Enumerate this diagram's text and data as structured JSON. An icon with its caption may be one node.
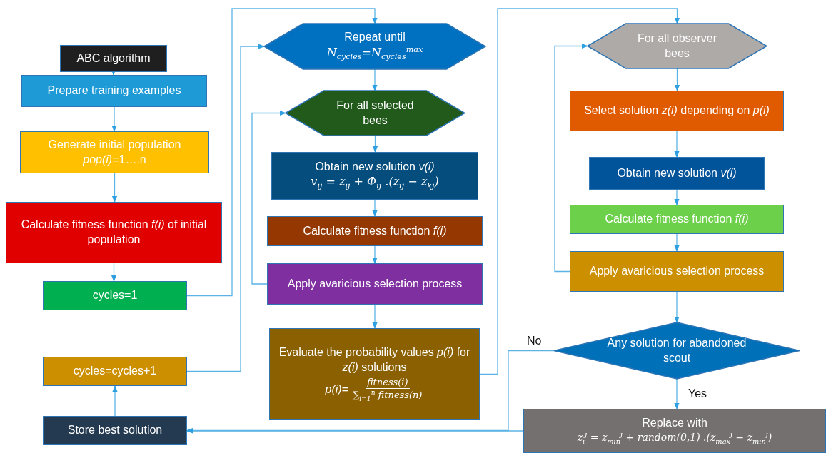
{
  "diagram": {
    "nodes": [
      {
        "text": [
          "ABC algorithm"
        ]
      },
      {
        "text": [
          "Prepare training examples"
        ]
      },
      {
        "text": [
          "Generate initial population",
          "*pop(i)*=1….n"
        ]
      },
      {
        "text": [
          "Calculate fitness function *f(i)* of initial population"
        ]
      },
      {
        "text": [
          "cycles=1"
        ]
      },
      {
        "text": [
          "cycles=cycles+1"
        ]
      },
      {
        "text": [
          "Store best solution"
        ]
      },
      {
        "text": [
          "Repeat until",
          "*N$_{cycles}$*=*N$_{cycles}$$^{max}$*"
        ]
      },
      {
        "text": [
          "For all selected bees"
        ]
      },
      {
        "text": [
          "Obtain new solution *v(i)*",
          "v$_{ij}$ = z$_{ij}$ + Φ$_{ij}$ .(z$_{ij}$ − z$_{kj}$)"
        ]
      },
      {
        "text": [
          "Calculate fitness function *f(i)*"
        ]
      },
      {
        "text": [
          "Apply avaricious selection process"
        ]
      },
      {
        "text": [
          "Evaluate the probability values *p(i)* for *z(i)* solutions",
          "*p(i)*=",
          "fitness(i)",
          "∑$_{i=1}$$^{n}$ fitness(n)"
        ]
      },
      {
        "text": [
          "For all observer bees"
        ]
      },
      {
        "text": [
          "Select solution *z(i)* depending on *p(i)*"
        ]
      },
      {
        "text": [
          "Obtain new solution *v(i)*"
        ]
      },
      {
        "text": [
          "Calculate fitness function *f(i)*"
        ]
      },
      {
        "text": [
          "Apply avaricious selection process"
        ]
      },
      {
        "text": [
          "Any solution for abandoned scout"
        ]
      },
      {
        "text": [
          "Replace with",
          "z$_{i}$$^{j}$ = z$_{min}$$^{j}$ + random(0,1) .(z$_{max}$$^{j}$ − z$_{min}$$^{j}$)"
        ]
      }
    ],
    "edges": [
      {
        "from": 0,
        "to": 1,
        "arrow": "to"
      },
      {
        "from": 1,
        "to": 2,
        "arrow": "to"
      },
      {
        "from": 2,
        "to": 3,
        "arrow": "to"
      },
      {
        "from": 3,
        "to": 4,
        "arrow": "to"
      },
      {
        "from": 4,
        "to": 7,
        "arrow": "to"
      },
      {
        "from": 5,
        "to": 7,
        "arrow": "to"
      },
      {
        "from": 6,
        "to": 5,
        "arrow": "to"
      },
      {
        "from": 7,
        "to": 8,
        "arrow": "to"
      },
      {
        "from": 8,
        "to": 9,
        "arrow": "to"
      },
      {
        "from": 9,
        "to": 10,
        "arrow": "to"
      },
      {
        "from": 10,
        "to": 11,
        "arrow": "to"
      },
      {
        "from": 11,
        "to": 8,
        "arrow": "to"
      },
      {
        "from": 11,
        "to": 12,
        "arrow": "to"
      },
      {
        "from": 12,
        "to": 13,
        "arrow": "to"
      },
      {
        "from": 13,
        "to": 14,
        "arrow": "to"
      },
      {
        "from": 14,
        "to": 15,
        "arrow": "to"
      },
      {
        "from": 15,
        "to": 16,
        "arrow": "to"
      },
      {
        "from": 16,
        "to": 17,
        "arrow": "to"
      },
      {
        "from": 17,
        "to": 13,
        "arrow": "to"
      },
      {
        "from": 17,
        "to": 18,
        "arrow": "to"
      },
      {
        "from": 18,
        "to": 19,
        "label": "Yes",
        "arrow": "to"
      },
      {
        "from": 18,
        "to": 6,
        "label": "No",
        "arrow": "to"
      },
      {
        "from": 19,
        "to": 6,
        "arrow": "to"
      }
    ]
  }
}
